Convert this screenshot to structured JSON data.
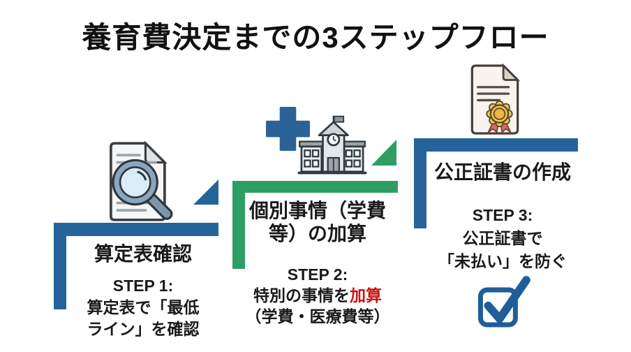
{
  "title": "養育費決定までの3ステップフロー",
  "colors": {
    "step_blue": "#24649b",
    "step_green": "#2f9e63",
    "highlight_red": "#c81414",
    "text": "#1a1a1a",
    "certificate_gold": "#f1c74b",
    "ribbon_red": "#e2685e"
  },
  "steps": [
    {
      "icon": "document-magnifier-icon",
      "heading": "算定表確認",
      "step_label": "STEP 1:",
      "desc_line1": "算定表で「最低",
      "desc_line2": "ライン」を確認"
    },
    {
      "icons": [
        "plus-icon",
        "school-icon"
      ],
      "heading_line1": "個別事情（学費",
      "heading_line2": "等）の加算",
      "step_label": "STEP 2:",
      "desc_prefix": "特別の事情を",
      "desc_highlight": "加算",
      "desc_line2": "（学費・医療費等）"
    },
    {
      "icon": "certificate-icon",
      "footer_icon": "checkbox-checked-icon",
      "heading": "公正証書の作成",
      "step_label": "STEP 3:",
      "desc_line1": "公正証書で",
      "desc_line2": "「未払い」を防ぐ"
    }
  ]
}
